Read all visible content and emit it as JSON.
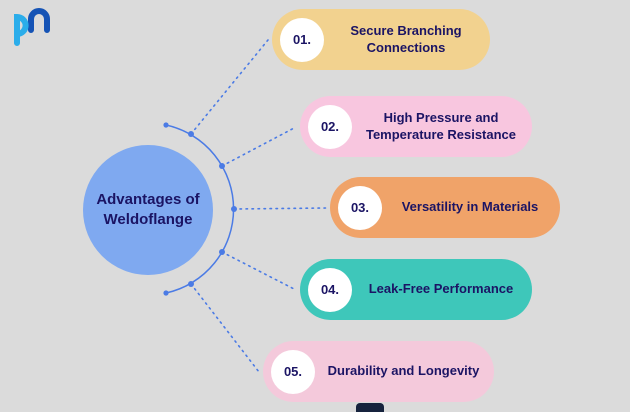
{
  "logo": {
    "name": "pm-logo"
  },
  "center": {
    "title": "Advantages of Weldoflange"
  },
  "items": [
    {
      "number": "01.",
      "label": "Secure Branching Connections",
      "color": "#f2d28f"
    },
    {
      "number": "02.",
      "label": "High Pressure and Temperature Resistance",
      "color": "#f8c6df"
    },
    {
      "number": "03.",
      "label": "Versatility in Materials",
      "color": "#f0a369"
    },
    {
      "number": "04.",
      "label": "Leak-Free Performance",
      "color": "#3ec7ba"
    },
    {
      "number": "05.",
      "label": "Durability and Longevity",
      "color": "#f4c9db"
    }
  ],
  "colors": {
    "background": "#dbdbdb",
    "circle": "#7fa9f0",
    "text": "#1b1464",
    "connector": "#4b7be5",
    "number_bg": "#ffffff"
  }
}
